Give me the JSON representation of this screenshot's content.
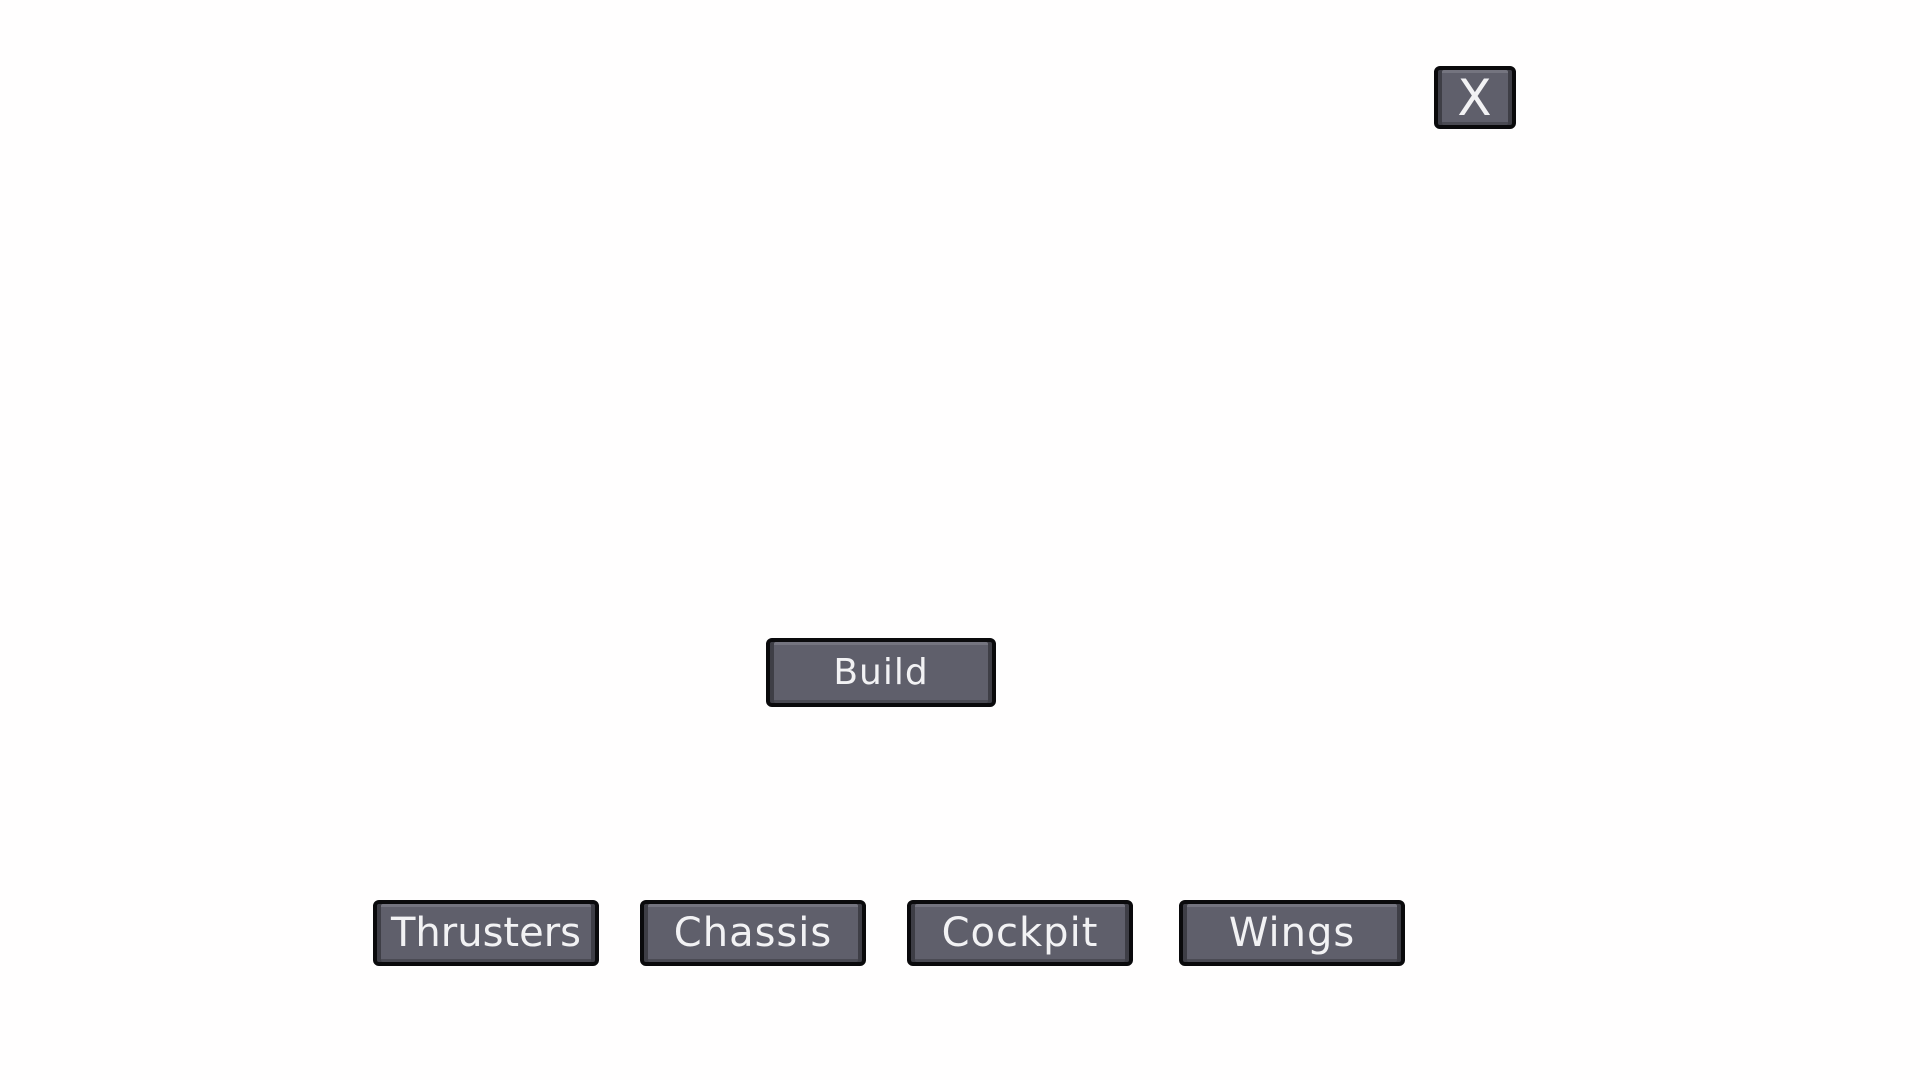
{
  "close": {
    "label": "X"
  },
  "build": {
    "label": "Build"
  },
  "parts": {
    "thrusters": "Thrusters",
    "chassis": "Chassis",
    "cockpit": "Cockpit",
    "wings": "Wings"
  },
  "colors": {
    "background": "#fffefe",
    "button_fill": "#5f5f6b",
    "button_border": "#0a0a0c",
    "button_text": "#f2f2f4"
  }
}
